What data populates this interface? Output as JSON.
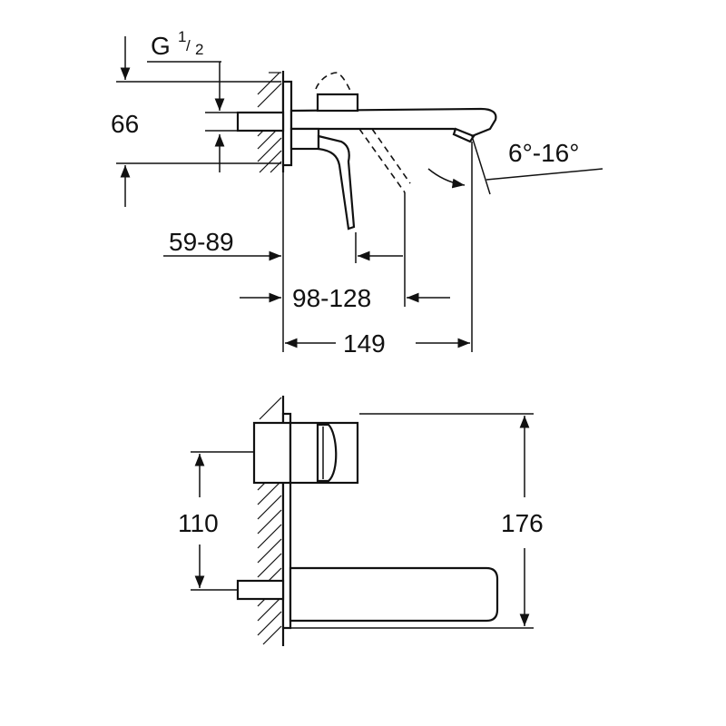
{
  "side_view": {
    "thread_label": "G",
    "thread_num": "1",
    "thread_den": "2",
    "dim_height": "66",
    "dim_mount": "59-89",
    "dim_reach_range": "98-128",
    "dim_total": "149",
    "dim_angle": "6°-16°"
  },
  "front_view": {
    "dim_spacing": "110",
    "dim_height": "176"
  }
}
